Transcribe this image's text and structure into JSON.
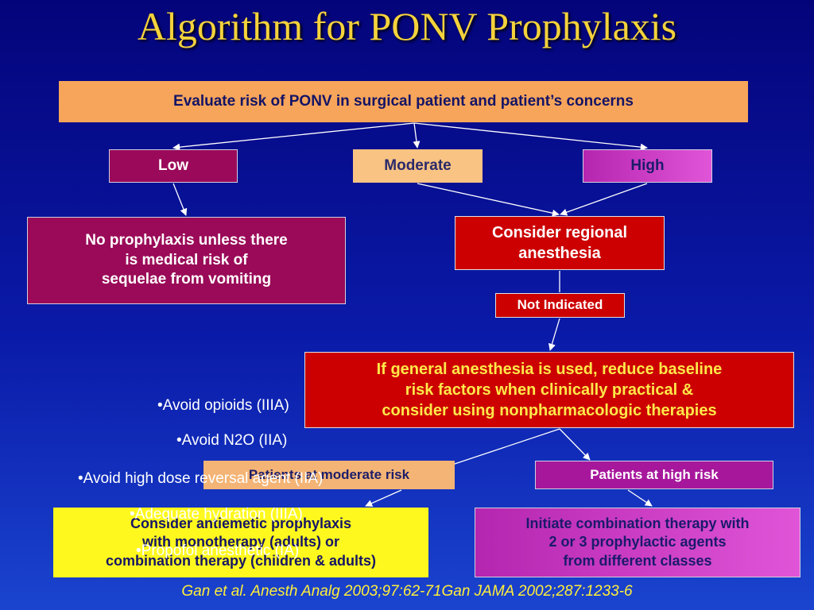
{
  "title": "Algorithm for PONV Prophylaxis",
  "boxes": {
    "evaluate": "Evaluate risk of PONV in surgical patient and patient’s concerns",
    "low": "Low",
    "moderate": "Moderate",
    "high": "High",
    "no_prophylaxis": "No prophylaxis unless there\nis medical risk of\nsequelae from vomiting",
    "regional": "Consider regional\nanesthesia",
    "not_indicated": "Not Indicated",
    "general": "If general anesthesia is used, reduce baseline\nrisk factors when clinically practical &\nconsider using nonpharmacologic therapies",
    "moderate_risk": "Patients at moderate risk",
    "high_risk": "Patients at high risk",
    "antiemetic": "Consider antiemetic prophylaxis\nwith monotherapy (adults) or\ncombination therapy (children & adults)",
    "combination": "Initiate combination therapy with\n2 or 3 prophylactic agents\nfrom different classes"
  },
  "bullets": [
    "•Avoid opioids (IIIA)",
    "•Avoid N2O (IIA)",
    "•Avoid high dose reversal agent (IIA)",
    "•Adequate hydration (IIIA)",
    "•Propofol anesthetic (IA)"
  ],
  "citation": "Gan et al. Anesth Analg 2003;97:62-71Gan JAMA 2002;287:1233-6",
  "colors": {
    "background_top": "#04047a",
    "background_bottom": "#1a44cf",
    "title": "#f4d23c",
    "orange": "#f6a55a",
    "maroon": "#9b0a5a",
    "magenta": "#c23cbd",
    "red": "#cc0000",
    "yellow": "#fff81e"
  }
}
